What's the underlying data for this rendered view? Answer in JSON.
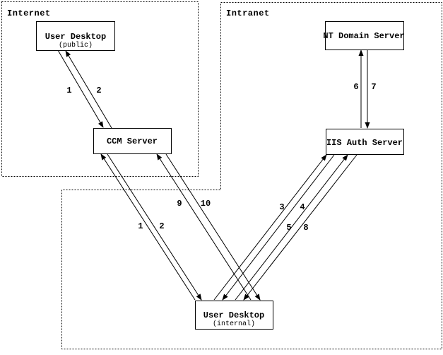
{
  "diagram": {
    "regions": [
      {
        "label": "Internet"
      },
      {
        "label": "Intranet"
      }
    ],
    "nodes": [
      {
        "id": "user-desktop-public",
        "label": "User Desktop",
        "sublabel": "(public)",
        "region": "Internet"
      },
      {
        "id": "ccm-server",
        "label": "CCM Server",
        "sublabel": "",
        "region": "Internet"
      },
      {
        "id": "nt-domain-server",
        "label": "NT Domain Server",
        "sublabel": "",
        "region": "Intranet"
      },
      {
        "id": "iis-auth-server",
        "label": "IIS Auth Server",
        "sublabel": "",
        "region": "Intranet"
      },
      {
        "id": "user-desktop-internal",
        "label": "User Desktop",
        "sublabel": "(internal)",
        "region": "Intranet"
      }
    ],
    "arrows": [
      {
        "label": "1",
        "from": "user-desktop-public",
        "to": "ccm-server"
      },
      {
        "label": "2",
        "from": "ccm-server",
        "to": "user-desktop-public"
      },
      {
        "label": "1",
        "from": "user-desktop-internal",
        "to": "ccm-server"
      },
      {
        "label": "2",
        "from": "ccm-server",
        "to": "user-desktop-internal"
      },
      {
        "label": "9",
        "from": "user-desktop-internal",
        "to": "ccm-server"
      },
      {
        "label": "10",
        "from": "ccm-server",
        "to": "user-desktop-internal"
      },
      {
        "label": "3",
        "from": "user-desktop-internal",
        "to": "iis-auth-server"
      },
      {
        "label": "4",
        "from": "iis-auth-server",
        "to": "user-desktop-internal"
      },
      {
        "label": "5",
        "from": "user-desktop-internal",
        "to": "iis-auth-server"
      },
      {
        "label": "8",
        "from": "iis-auth-server",
        "to": "user-desktop-internal"
      },
      {
        "label": "6",
        "from": "iis-auth-server",
        "to": "nt-domain-server"
      },
      {
        "label": "7",
        "from": "nt-domain-server",
        "to": "iis-auth-server"
      }
    ],
    "colors": {
      "line": "#000000",
      "background": "#ffffff"
    }
  }
}
